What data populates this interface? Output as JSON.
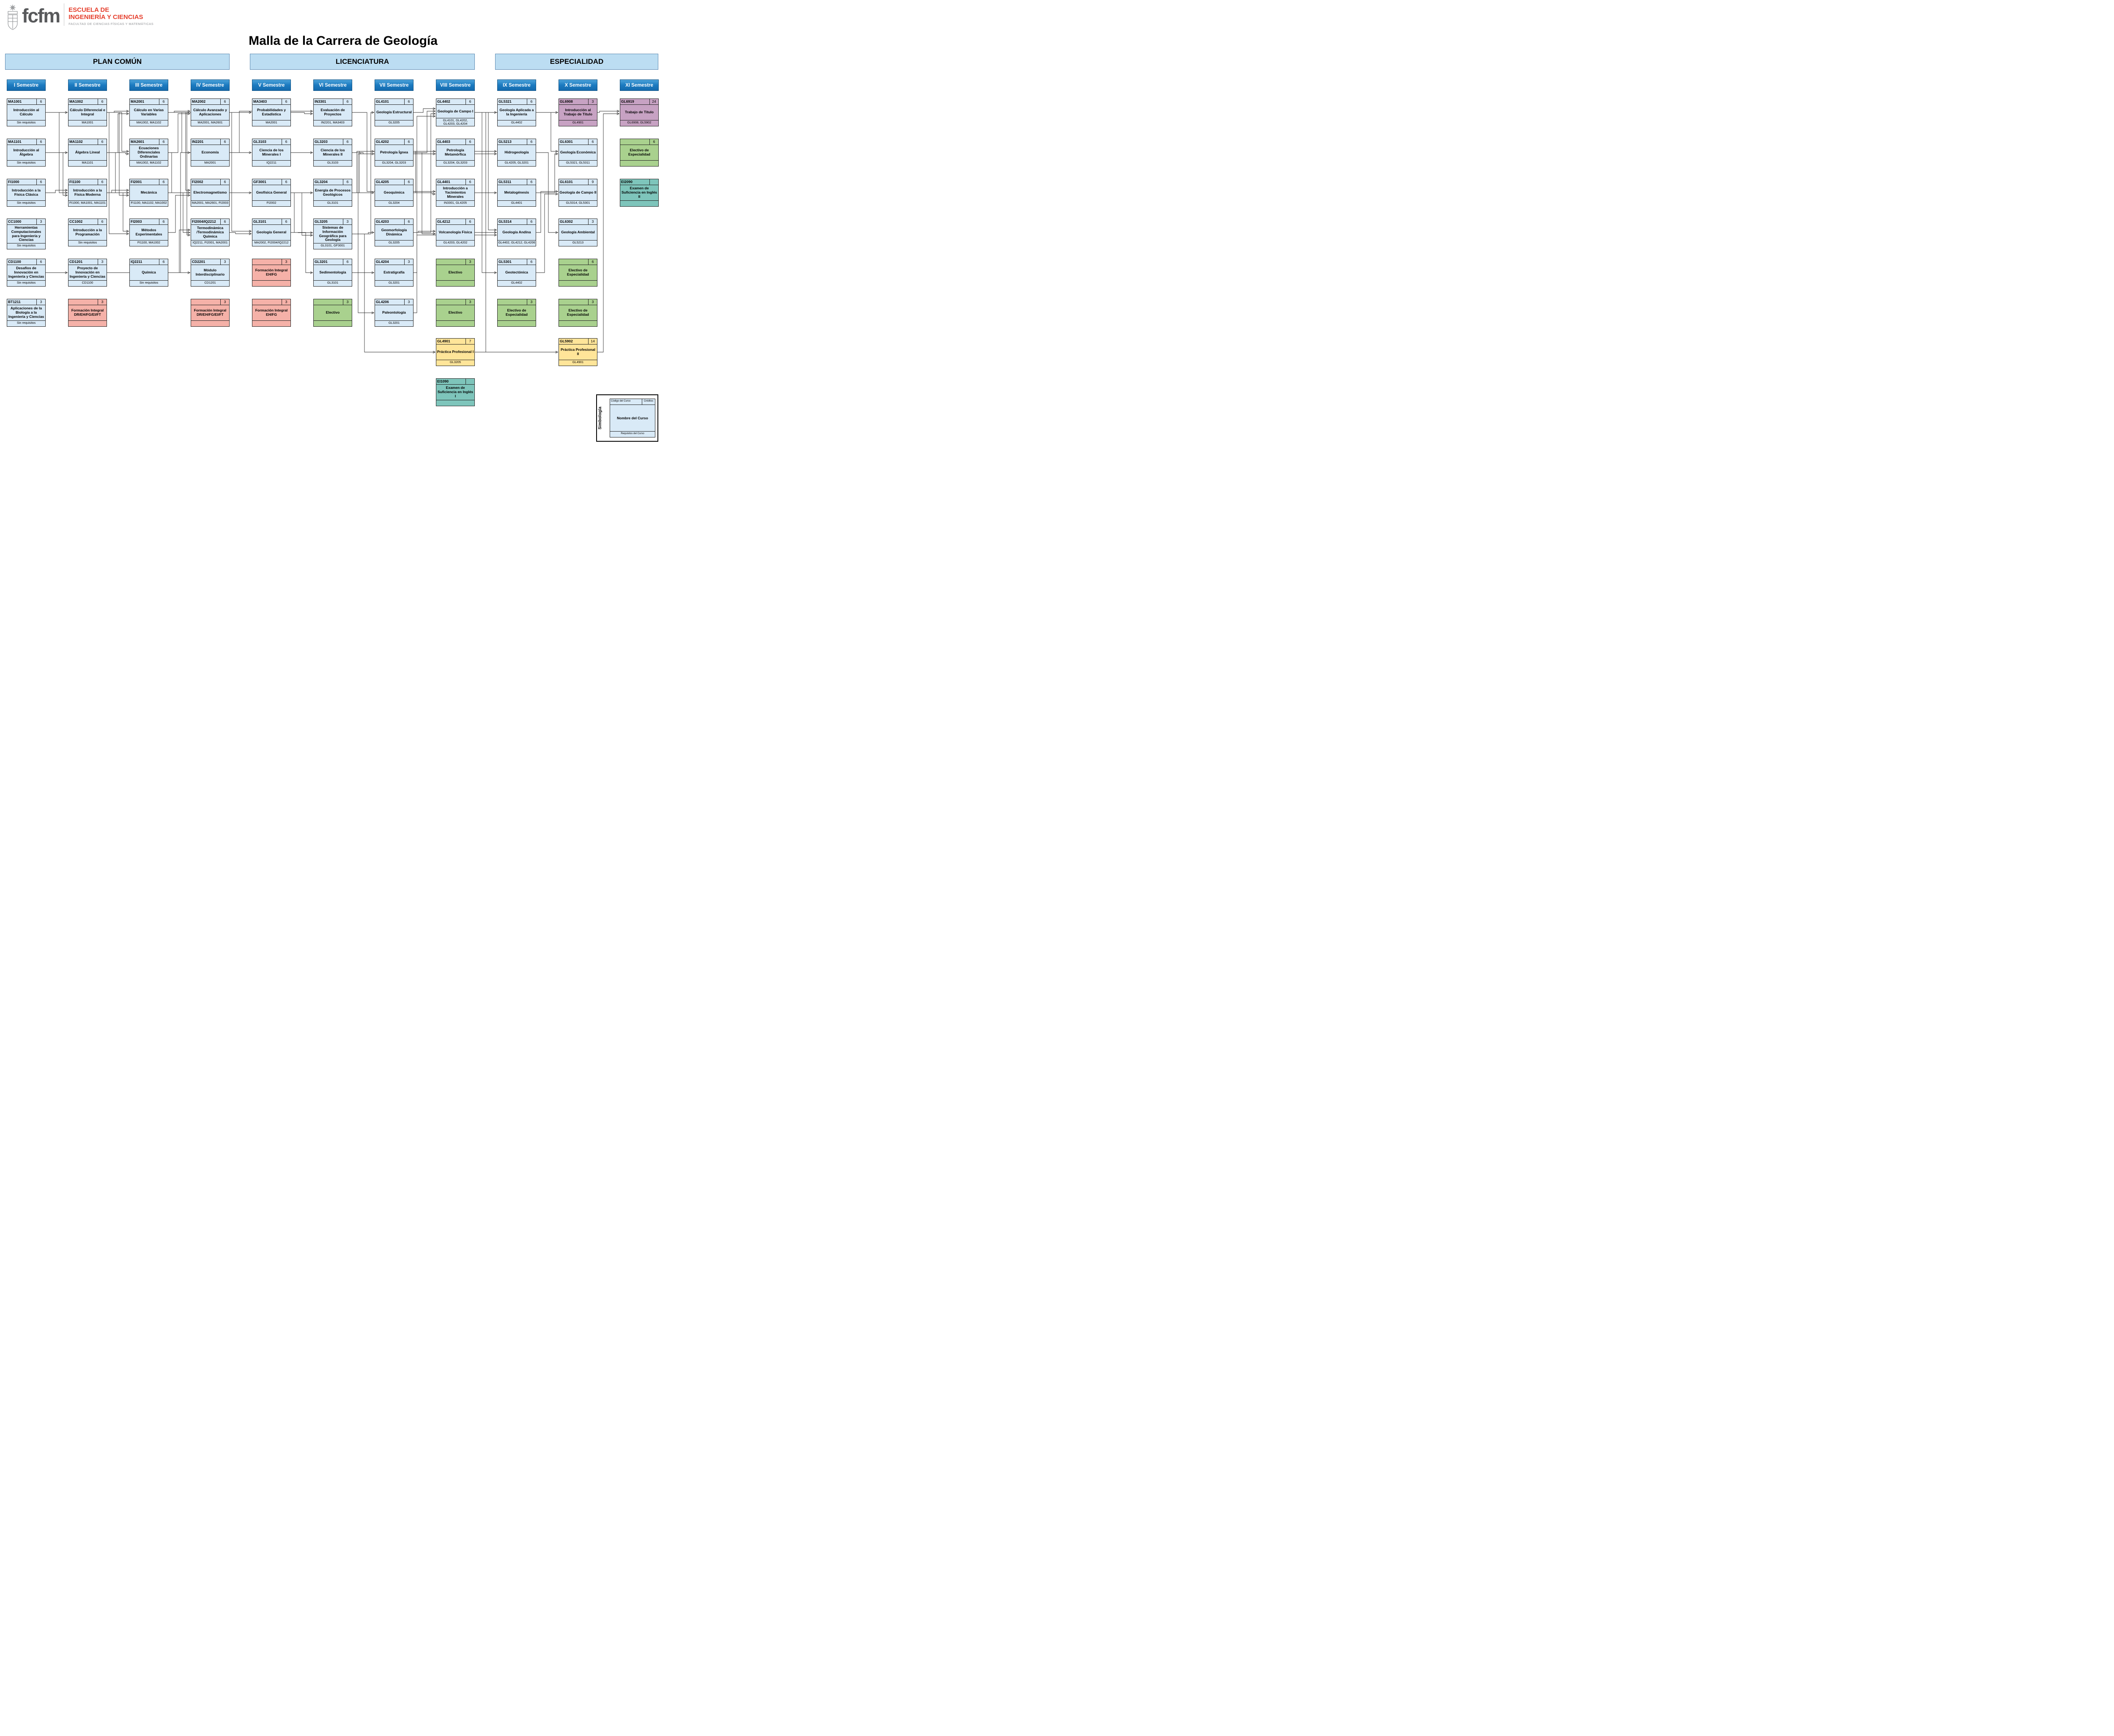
{
  "header": {
    "logo_acronym": "fcfm",
    "school_line1": "ESCUELA DE",
    "school_line2": "INGENIERÍA Y CIENCIAS",
    "faculty": "FACULTAD DE CIENCIAS FÍSICAS Y MATEMÁTICAS",
    "title": "Malla de la Carrera de Geología"
  },
  "sections": [
    {
      "label": "PLAN COMÚN"
    },
    {
      "label": "LICENCIATURA"
    },
    {
      "label": "ESPECIALIDAD"
    }
  ],
  "semesters": [
    "I Semestre",
    "II Semestre",
    "III Semestre",
    "IV Semestre",
    "V Semestre",
    "VI Semestre",
    "VII Semestre",
    "VIII Semestre",
    "IX Semestre",
    "X Semestre",
    "XI Semestre"
  ],
  "colors": {
    "section_bar_fill": "#BCDDF2",
    "semester_fill": "#1B7AC0",
    "course_fill": "#D9EAF7",
    "formacion_integral_fill": "#F5B1A8",
    "electivo_fill": "#A9D18E",
    "english_exam_fill": "#7EC5BB",
    "titulo_fill": "#C7A2C3",
    "practica_fill": "#FFE599",
    "logo_red": "#E53E2C",
    "connector": "#2B2B2B"
  },
  "courses": [
    {
      "code": "MA1001",
      "credits": "6",
      "name": "Introducción al Cálculo",
      "req": "Sin requisitos",
      "col": 0,
      "row": 0,
      "type": "core"
    },
    {
      "code": "MA1101",
      "credits": "6",
      "name": "Introducción al Álgebra",
      "req": "Sin requisitos",
      "col": 0,
      "row": 1,
      "type": "core"
    },
    {
      "code": "FI1000",
      "credits": "6",
      "name": "Introducción a la Física Clásica",
      "req": "Sin requisitos",
      "col": 0,
      "row": 2,
      "type": "core"
    },
    {
      "code": "CC1000",
      "credits": "3",
      "name": "Herramientas Computacionales para Ingeniería y Ciencias",
      "req": "Sin requisitos",
      "col": 0,
      "row": 3,
      "type": "core"
    },
    {
      "code": "CD1100",
      "credits": "6",
      "name": "Desafíos de Innovación en Ingeniería y Ciencias",
      "req": "Sin requisitos",
      "col": 0,
      "row": 4,
      "type": "core"
    },
    {
      "code": "BT1211",
      "credits": "3",
      "name": "Aplicaciones de la Biología a la Ingeniería y Ciencias",
      "req": "Sin requisitos",
      "col": 0,
      "row": 5,
      "type": "core"
    },
    {
      "code": "MA1002",
      "credits": "6",
      "name": "Cálculo Diferencial e Integral",
      "req": "MA1001",
      "col": 1,
      "row": 0,
      "type": "core"
    },
    {
      "code": "MA1102",
      "credits": "6",
      "name": "Álgebra Lineal",
      "req": "MA1101",
      "col": 1,
      "row": 1,
      "type": "core"
    },
    {
      "code": "FI1100",
      "credits": "6",
      "name": "Introducción a la Física Moderna",
      "req": "FI1000, MA1001, MA1101",
      "col": 1,
      "row": 2,
      "type": "core"
    },
    {
      "code": "CC1002",
      "credits": "6",
      "name": "Introducción a la Programación",
      "req": "Sin requisitos",
      "col": 1,
      "row": 3,
      "type": "core"
    },
    {
      "code": "CD1201",
      "credits": "3",
      "name": "Proyecto de Innovación en Ingeniería y Ciencias",
      "req": "CD1100",
      "col": 1,
      "row": 4,
      "type": "core"
    },
    {
      "code": "",
      "credits": "3",
      "name": "Formación Integral DR/EH/FG/EI/FT",
      "req": "",
      "col": 1,
      "row": 5,
      "type": "fi"
    },
    {
      "code": "MA2001",
      "credits": "6",
      "name": "Cálculo en Varias Variables",
      "req": "MA1002, MA1102",
      "col": 2,
      "row": 0,
      "type": "core"
    },
    {
      "code": "MA2601",
      "credits": "6",
      "name": "Ecuaciones Diferenciales Ordinarias",
      "req": "MA1002, MA1102",
      "col": 2,
      "row": 1,
      "type": "core"
    },
    {
      "code": "FI2001",
      "credits": "6",
      "name": "Mecánica",
      "req": "FI1100, MA1102, MA1002",
      "col": 2,
      "row": 2,
      "type": "core"
    },
    {
      "code": "FI2003",
      "credits": "6",
      "name": "Métodos Experimentales",
      "req": "FI1100, MA1002",
      "col": 2,
      "row": 3,
      "type": "core"
    },
    {
      "code": "IQ2211",
      "credits": "6",
      "name": "Química",
      "req": "Sin requisitos",
      "col": 2,
      "row": 4,
      "type": "core"
    },
    {
      "code": "MA2002",
      "credits": "6",
      "name": "Cálculo Avanzado y Aplicaciones",
      "req": "MA2001, MA2601",
      "col": 3,
      "row": 0,
      "type": "core"
    },
    {
      "code": "IN2201",
      "credits": "6",
      "name": "Economía",
      "req": "MA2001",
      "col": 3,
      "row": 1,
      "type": "core"
    },
    {
      "code": "FI2002",
      "credits": "6",
      "name": "Electromagnetismo",
      "req": "MA2001, MA2601, FI2003",
      "col": 3,
      "row": 2,
      "type": "core"
    },
    {
      "code": "FI2004/IQ2212",
      "credits": "6",
      "name": "Termodinámica /Termodinámica Química",
      "req": "IQ2211, FI2001, MA2001",
      "col": 3,
      "row": 3,
      "type": "core"
    },
    {
      "code": "CD2201",
      "credits": "3",
      "name": "Módulo Interdisciplinario",
      "req": "CD1201",
      "col": 3,
      "row": 4,
      "type": "core"
    },
    {
      "code": "",
      "credits": "3",
      "name": "Formación Integral DR/EH/FG/EI/FT",
      "req": "",
      "col": 3,
      "row": 5,
      "type": "fi"
    },
    {
      "code": "MA3403",
      "credits": "6",
      "name": "Probabilidades y Estadística",
      "req": "MA2001",
      "col": 4,
      "row": 0,
      "type": "core"
    },
    {
      "code": "GL3103",
      "credits": "6",
      "name": "Ciencia de los Minerales I",
      "req": "IQ2211",
      "col": 4,
      "row": 1,
      "type": "core"
    },
    {
      "code": "GF3001",
      "credits": "6",
      "name": "Geofísica General",
      "req": "FI2002",
      "col": 4,
      "row": 2,
      "type": "core"
    },
    {
      "code": "GL3101",
      "credits": "6",
      "name": "Geología General",
      "req": "MA2002, FI2004/IQ2212",
      "col": 4,
      "row": 3,
      "type": "core"
    },
    {
      "code": "",
      "credits": "3",
      "name": "Formación Integral EH/FG",
      "req": "",
      "col": 4,
      "row": 4,
      "type": "fi"
    },
    {
      "code": "",
      "credits": "3",
      "name": "Formación Integral EH/FG",
      "req": "",
      "col": 4,
      "row": 5,
      "type": "fi"
    },
    {
      "code": "IN3301",
      "credits": "6",
      "name": "Evaluación de Proyectos",
      "req": "IN2201, MA3403",
      "col": 5,
      "row": 0,
      "type": "core"
    },
    {
      "code": "GL3203",
      "credits": "6",
      "name": "Ciencia de los Minerales II",
      "req": "GL3103",
      "col": 5,
      "row": 1,
      "type": "core"
    },
    {
      "code": "GL3204",
      "credits": "6",
      "name": "Energía de Procesos Geológicos",
      "req": "GL3101",
      "col": 5,
      "row": 2,
      "type": "core"
    },
    {
      "code": "GL3205",
      "credits": "3",
      "name": "Sistemas de Información Geográfica para Geología",
      "req": "GL3101, GF3001",
      "col": 5,
      "row": 3,
      "type": "core"
    },
    {
      "code": "GL3201",
      "credits": "6",
      "name": "Sedimentología",
      "req": "GL3101",
      "col": 5,
      "row": 4,
      "type": "core"
    },
    {
      "code": "",
      "credits": "3",
      "name": "Electivo",
      "req": "",
      "col": 5,
      "row": 5,
      "type": "electivo"
    },
    {
      "code": "GL4101",
      "credits": "6",
      "name": "Geología Estructural",
      "req": "GL3205",
      "col": 6,
      "row": 0,
      "type": "core"
    },
    {
      "code": "GL4202",
      "credits": "6",
      "name": "Petrología Ígnea",
      "req": "GL3204, GL3203",
      "col": 6,
      "row": 1,
      "type": "core"
    },
    {
      "code": "GL4205",
      "credits": "6",
      "name": "Geoquímica",
      "req": "GL3204",
      "col": 6,
      "row": 2,
      "type": "core"
    },
    {
      "code": "GL4203",
      "credits": "6",
      "name": "Geomorfología Dinámica",
      "req": "GL3205",
      "col": 6,
      "row": 3,
      "type": "core"
    },
    {
      "code": "GL4204",
      "credits": "3",
      "name": "Estratigrafía",
      "req": "GL3201",
      "col": 6,
      "row": 4,
      "type": "core"
    },
    {
      "code": "GL4206",
      "credits": "3",
      "name": "Paleontología",
      "req": "GL3201",
      "col": 6,
      "row": 5,
      "type": "core"
    },
    {
      "code": "GL4402",
      "credits": "6",
      "name": "Geología de Campo I",
      "req": "GL4101, GL4202, GL4203, GL4204",
      "col": 7,
      "row": 0,
      "type": "core"
    },
    {
      "code": "GL4403",
      "credits": "6",
      "name": "Petrología Metamórfica",
      "req": "GL3204, GL3203",
      "col": 7,
      "row": 1,
      "type": "core"
    },
    {
      "code": "GL4401",
      "credits": "6",
      "name": "Introducción a Yacimientos Minerales",
      "req": "IN3301, GL4205",
      "col": 7,
      "row": 2,
      "type": "core"
    },
    {
      "code": "GL4212",
      "credits": "6",
      "name": "Volcanología Física",
      "req": "GL4203, GL4202",
      "col": 7,
      "row": 3,
      "type": "core"
    },
    {
      "code": "",
      "credits": "3",
      "name": "Electivo",
      "req": "",
      "col": 7,
      "row": 4,
      "type": "electivo"
    },
    {
      "code": "",
      "credits": "3",
      "name": "Electivo",
      "req": "",
      "col": 7,
      "row": 5,
      "type": "electivo"
    },
    {
      "code": "GL4901",
      "credits": "7",
      "name": "Práctica Profesional I",
      "req": "GL3205",
      "col": 7,
      "row": 6,
      "type": "practica"
    },
    {
      "code": "EI1090",
      "credits": "",
      "name": "Examen de Suficiencia en Inglés I",
      "req": "",
      "col": 7,
      "row": 7,
      "type": "english"
    },
    {
      "code": "GL5321",
      "credits": "6",
      "name": "Geología Aplicada a la Ingeniería",
      "req": "GL4402",
      "col": 8,
      "row": 0,
      "type": "core"
    },
    {
      "code": "GL5213",
      "credits": "6",
      "name": "Hidrogeología",
      "req": "GL4205, GL3201",
      "col": 8,
      "row": 1,
      "type": "core"
    },
    {
      "code": "GL5311",
      "credits": "6",
      "name": "Metalogénesis",
      "req": "GL4401",
      "col": 8,
      "row": 2,
      "type": "core"
    },
    {
      "code": "GL5314",
      "credits": "6",
      "name": "Geología Andina",
      "req": "GL4402, GL4212, GL4206",
      "col": 8,
      "row": 3,
      "type": "core"
    },
    {
      "code": "GL5301",
      "credits": "6",
      "name": "Geotectónica",
      "req": "GL4402",
      "col": 8,
      "row": 4,
      "type": "core"
    },
    {
      "code": "",
      "credits": "3",
      "name": "Electivo de Especialidad",
      "req": "",
      "col": 8,
      "row": 5,
      "type": "electivo"
    },
    {
      "code": "GL6908",
      "credits": "3",
      "name": "Introducción al Trabajo de Título",
      "req": "GL4901",
      "col": 9,
      "row": 0,
      "type": "titulo"
    },
    {
      "code": "GL6301",
      "credits": "6",
      "name": "Geología Económica",
      "req": "GL5321, GL5311",
      "col": 9,
      "row": 1,
      "type": "core"
    },
    {
      "code": "GL6101",
      "credits": "9",
      "name": "Geología de Campo II",
      "req": "GL5314, GL5301",
      "col": 9,
      "row": 2,
      "type": "core"
    },
    {
      "code": "GL6302",
      "credits": "3",
      "name": "Geología Ambiental",
      "req": "GL5213",
      "col": 9,
      "row": 3,
      "type": "core"
    },
    {
      "code": "",
      "credits": "6",
      "name": "Electivo de Especialidad",
      "req": "",
      "col": 9,
      "row": 4,
      "type": "electivo"
    },
    {
      "code": "",
      "credits": "3",
      "name": "Electivo de Especialidad",
      "req": "",
      "col": 9,
      "row": 5,
      "type": "electivo"
    },
    {
      "code": "GL5902",
      "credits": "14",
      "name": "Práctica Profesional II",
      "req": "GL4901",
      "col": 9,
      "row": 6,
      "type": "practica"
    },
    {
      "code": "GL6919",
      "credits": "24",
      "name": "Trabajo de Título",
      "req": "GL6908, GL5902",
      "col": 10,
      "row": 0,
      "type": "titulo"
    },
    {
      "code": "",
      "credits": "6",
      "name": "Electivo de Especialidad",
      "req": "",
      "col": 10,
      "row": 1,
      "type": "electivo"
    },
    {
      "code": "EI2090",
      "credits": "",
      "name": "Examen de Suficiencia en Inglés II",
      "req": "",
      "col": 10,
      "row": 2,
      "type": "english"
    }
  ],
  "legend": {
    "title": "Simbología",
    "code_label": "Código del Curso",
    "credits_label": "Créditos",
    "name_label": "Nombre del Curso",
    "req_label": "Requisitos del Curso"
  }
}
